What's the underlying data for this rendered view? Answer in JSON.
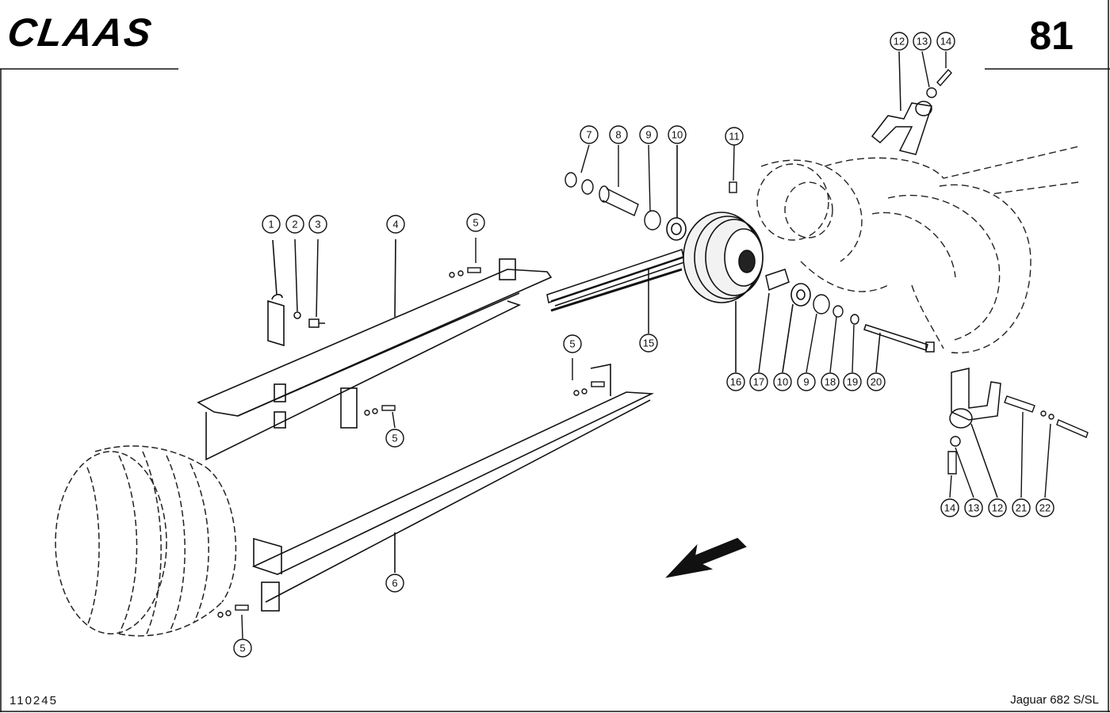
{
  "header": {
    "brand": "CLAAS",
    "page_number": "81"
  },
  "footer": {
    "doc_number": "110245",
    "model": "Jaguar 682 S/SL"
  },
  "callouts": {
    "c1": "1",
    "c2": "2",
    "c3": "3",
    "c4": "4",
    "c5a": "5",
    "c5b": "5",
    "c5c": "5",
    "c5d": "5",
    "c6": "6",
    "c7": "7",
    "c8": "8",
    "c9a": "9",
    "c9b": "9",
    "c10a": "10",
    "c10b": "10",
    "c11": "11",
    "c12a": "12",
    "c12b": "12",
    "c13a": "13",
    "c13b": "13",
    "c14a": "14",
    "c14b": "14",
    "c15": "15",
    "c16": "16",
    "c17": "17",
    "c18": "18",
    "c19": "19",
    "c20": "20",
    "c21": "21",
    "c22": "22"
  },
  "colors": {
    "ink": "#111111",
    "paper": "#ffffff"
  }
}
